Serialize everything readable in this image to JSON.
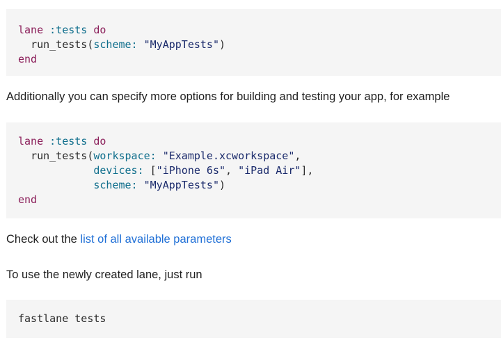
{
  "code_block_1": {
    "line1": {
      "kw_lane": "lane",
      "sym_tests": ":tests",
      "kw_do": "do"
    },
    "line2": {
      "call": "run_tests(",
      "param_scheme": "scheme:",
      "str_scheme": "\"MyAppTests\"",
      "close": ")"
    },
    "line3": {
      "kw_end": "end"
    }
  },
  "paragraph_1": {
    "text": "Additionally you can specify more options for building and testing your app, for example"
  },
  "code_block_2": {
    "line1": {
      "kw_lane": "lane",
      "sym_tests": ":tests",
      "kw_do": "do"
    },
    "line2": {
      "call": "run_tests(",
      "param_workspace": "workspace:",
      "str_workspace": "\"Example.xcworkspace\"",
      "comma": ","
    },
    "line3": {
      "param_devices": "devices:",
      "open": "[",
      "str_device1": "\"iPhone 6s\"",
      "sep": ", ",
      "str_device2": "\"iPad Air\"",
      "close": "],"
    },
    "line4": {
      "param_scheme": "scheme:",
      "str_scheme": "\"MyAppTests\"",
      "close": ")"
    },
    "line5": {
      "kw_end": "end"
    }
  },
  "paragraph_2": {
    "prefix": "Check out the ",
    "link_text": "list of all available parameters"
  },
  "paragraph_3": {
    "text": "To use the newly created lane, just run"
  },
  "code_block_3": {
    "line1": {
      "command": "fastlane tests"
    }
  }
}
